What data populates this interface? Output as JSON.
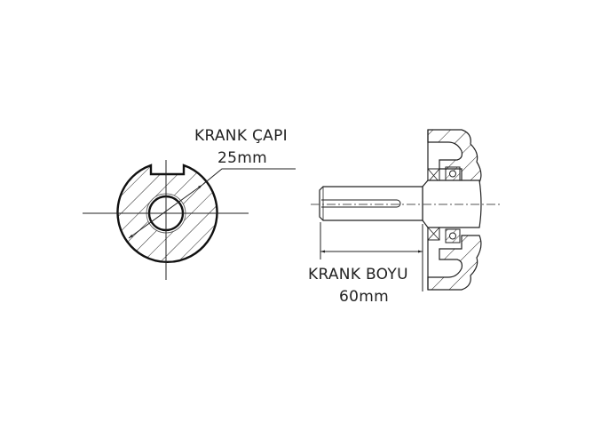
{
  "diagram": {
    "diameter_label": "KRANK ÇAPI",
    "diameter_value": "25mm",
    "length_label": "KRANK BOYU",
    "length_value": "60mm",
    "line_color": "#1a1a1a"
  }
}
